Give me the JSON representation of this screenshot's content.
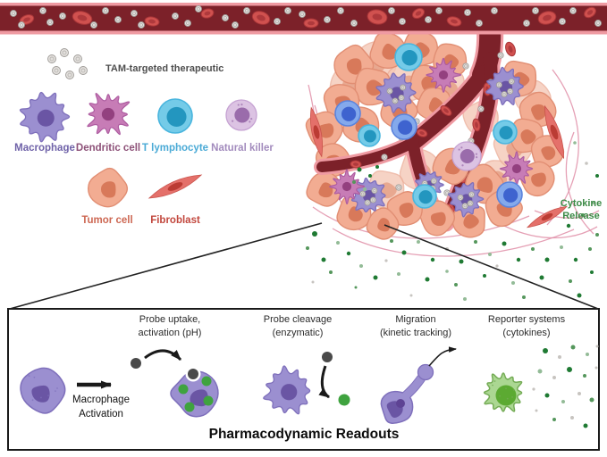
{
  "legend": {
    "therapeutic_label": "TAM-targeted therapeutic",
    "items": [
      {
        "id": "macrophage",
        "label": "Macrophage",
        "label_color": "#6f62a8",
        "body": "#9b8fd0",
        "body_edge": "#7e6fbb",
        "nucleus": "#6a55a4"
      },
      {
        "id": "dendritic-cell",
        "label": "Dendritic cell",
        "label_color": "#8d5178",
        "body": "#c77cb6",
        "body_edge": "#ad5ba0",
        "nucleus": "#93407f"
      },
      {
        "id": "t-lymphocyte",
        "label": "T lymphocyte",
        "label_color": "#4aaad6",
        "body": "#74cbe8",
        "body_edge": "#49b5de",
        "nucleus": "#2396bf"
      },
      {
        "id": "natural-killer",
        "label": "Natural killer",
        "label_color": "#a28bbd",
        "body": "#dcc3e3",
        "body_edge": "#c6a3d3",
        "nucleus": "#9a6cab"
      },
      {
        "id": "tumor-cell",
        "label": "Tumor cell",
        "label_color": "#cd6853",
        "body": "#f2ac92",
        "body_edge": "#e18e73",
        "nucleus": "#d8795a"
      },
      {
        "id": "fibroblast",
        "label": "Fibroblast",
        "label_color": "#c2473d",
        "body": "#e4706a",
        "body_edge": "#c9534c",
        "nucleus": "#bb3c34"
      }
    ]
  },
  "tumor_scene": {
    "cytokine_label_line1": "Cytokine",
    "cytokine_label_line2": "Release",
    "cytokine_color": "#3c8a46"
  },
  "readouts_panel": {
    "title": "Pharmacodynamic Readouts",
    "activation_label_line1": "Macrophage",
    "activation_label_line2": "Activation",
    "steps": [
      {
        "line1": "Probe uptake,",
        "line2": "activation (pH)"
      },
      {
        "line1": "Probe cleavage",
        "line2": "(enzymatic)"
      },
      {
        "line1": "Migration",
        "line2": "(kinetic tracking)"
      },
      {
        "line1": "Reporter systems",
        "line2": "(cytokines)"
      }
    ],
    "reporter_cell_colors": {
      "body": "#abd792",
      "edge": "#74ab55",
      "nucleus": "#5caa32"
    }
  },
  "colors": {
    "vessel_wall": "#7c2129",
    "vessel_border": "#ef9aa2",
    "rbc": "#d0514f",
    "rbc_dark": "#a93538",
    "particle": "#e3e0dd",
    "particle_edge": "#9f9c98",
    "probe": "#4a4a4a",
    "probe_green": "#3fa33f",
    "strand": "#e08fa8",
    "ink": "#1a1a1a",
    "ghost_body": "#f5c9b7",
    "ghost_edge": "#ecae99",
    "ghost_nucleus": "#e59e82",
    "tcell_blue": {
      "body": "#84a9ec",
      "edge": "#5b84dd",
      "nucleus": "#3e63cf"
    },
    "cytokine_palette": [
      "#1f7a33",
      "#55975c",
      "#93bb97",
      "#c6d8c8",
      "#c7c4c0"
    ]
  },
  "scene": {
    "branch": [
      [
        "M548,26 C549,52 547,68 540,84",
        24
      ],
      [
        "M541,82 C522,110 492,136 462,160",
        18
      ],
      [
        "M463,159 C432,176 396,184 360,187",
        12
      ],
      [
        "M462,161 C468,195 479,224 493,252",
        13
      ],
      [
        "M548,66 C553,104 540,150 525,185",
        15
      ],
      [
        "M525,183 C516,206 507,228 499,250",
        13
      ]
    ],
    "vessel_rbcs": [
      [
        30,
        22,
        8,
        5,
        -20
      ],
      [
        92,
        20,
        11,
        7,
        15
      ],
      [
        170,
        24,
        8,
        5,
        10
      ],
      [
        232,
        15,
        7,
        5,
        -15
      ],
      [
        292,
        20,
        10,
        7,
        20
      ],
      [
        348,
        26,
        8,
        5,
        0
      ],
      [
        422,
        19,
        11,
        8,
        10
      ],
      [
        468,
        15,
        7,
        5,
        -30
      ],
      [
        508,
        24,
        8,
        5,
        15
      ],
      [
        612,
        20,
        10,
        7,
        -15
      ],
      [
        660,
        14,
        7,
        5,
        -35
      ]
    ],
    "branch_rbcs": [
      [
        571,
        55,
        8,
        5,
        70
      ],
      [
        545,
        100,
        7,
        4,
        85
      ],
      [
        533,
        140,
        7,
        4,
        80
      ],
      [
        517,
        198,
        7,
        4,
        75
      ],
      [
        504,
        234,
        6,
        4,
        70
      ],
      [
        499,
        124,
        7,
        4,
        40
      ],
      [
        472,
        149,
        6,
        4,
        20
      ],
      [
        398,
        184,
        6,
        4,
        5
      ],
      [
        478,
        226,
        6,
        4,
        60
      ]
    ],
    "vessel_particles": [
      [
        15,
        15
      ],
      [
        24,
        28
      ],
      [
        48,
        12
      ],
      [
        56,
        25
      ],
      [
        70,
        18
      ],
      [
        105,
        28
      ],
      [
        118,
        12
      ],
      [
        132,
        22
      ],
      [
        150,
        15
      ],
      [
        158,
        28
      ],
      [
        196,
        18
      ],
      [
        210,
        26
      ],
      [
        222,
        10
      ],
      [
        252,
        20
      ],
      [
        263,
        28
      ],
      [
        276,
        12
      ],
      [
        310,
        24
      ],
      [
        322,
        12
      ],
      [
        338,
        16
      ],
      [
        366,
        22
      ],
      [
        381,
        12
      ],
      [
        396,
        26
      ],
      [
        438,
        12
      ],
      [
        450,
        24
      ],
      [
        479,
        22
      ],
      [
        491,
        12
      ],
      [
        523,
        14
      ],
      [
        536,
        26
      ],
      [
        553,
        12
      ],
      [
        589,
        26
      ],
      [
        599,
        12
      ],
      [
        629,
        24
      ],
      [
        641,
        12
      ],
      [
        669,
        26
      ]
    ],
    "branch_particles": [
      [
        560,
        62
      ],
      [
        549,
        92
      ],
      [
        538,
        122
      ],
      [
        527,
        158
      ],
      [
        512,
        188
      ],
      [
        500,
        216
      ],
      [
        489,
        238
      ],
      [
        466,
        136
      ],
      [
        449,
        154
      ],
      [
        430,
        176
      ],
      [
        446,
        210
      ],
      [
        462,
        232
      ],
      [
        521,
        74
      ]
    ],
    "cells_back": [
      [
        "g",
        420,
        70,
        24
      ],
      [
        "g",
        455,
        92,
        23
      ],
      [
        "g",
        500,
        97,
        22
      ],
      [
        "g",
        390,
        95,
        22
      ],
      [
        "g",
        470,
        190,
        24
      ],
      [
        "g",
        556,
        200,
        22
      ],
      [
        "g",
        432,
        212,
        22
      ],
      [
        "g",
        596,
        110,
        21
      ],
      [
        "g",
        574,
        166,
        22
      ],
      [
        "g",
        538,
        132,
        20
      ],
      [
        "t",
        395,
        73,
        22
      ],
      [
        "t",
        434,
        57,
        21
      ],
      [
        "t",
        470,
        55,
        21
      ],
      [
        "t",
        503,
        68,
        20
      ],
      [
        "t",
        478,
        93,
        21
      ],
      [
        "t",
        417,
        97,
        22
      ],
      [
        "t",
        382,
        114,
        21
      ],
      [
        "t",
        363,
        145,
        21
      ],
      [
        "t",
        404,
        140,
        21
      ],
      [
        "t",
        446,
        124,
        21
      ],
      [
        "t",
        486,
        117,
        20
      ],
      [
        "t",
        581,
        88,
        21
      ],
      [
        "t",
        601,
        124,
        21
      ],
      [
        "t",
        589,
        152,
        20
      ],
      [
        "t",
        612,
        170,
        19
      ],
      [
        "t",
        372,
        180,
        20
      ],
      [
        "t",
        363,
        212,
        20
      ]
    ],
    "cells_front": [
      [
        "t",
        505,
        186,
        21
      ],
      [
        "t",
        541,
        206,
        22
      ],
      [
        "t",
        601,
        200,
        20
      ],
      [
        "t",
        563,
        233,
        21
      ],
      [
        "t",
        525,
        247,
        20
      ],
      [
        "t",
        489,
        244,
        20
      ],
      [
        "t",
        453,
        234,
        20
      ],
      [
        "t",
        396,
        239,
        20
      ],
      [
        "t",
        428,
        251,
        18
      ],
      [
        "m",
        443,
        104,
        20
      ],
      [
        "m",
        565,
        97,
        19
      ],
      [
        "m",
        412,
        219,
        18
      ],
      [
        "m",
        521,
        223,
        17
      ],
      [
        "m",
        480,
        207,
        14
      ],
      [
        "d",
        496,
        84,
        15
      ],
      [
        "d",
        388,
        209,
        15
      ],
      [
        "d",
        578,
        189,
        15
      ],
      [
        "c",
        457,
        64,
        15
      ],
      [
        "c",
        413,
        152,
        12
      ],
      [
        "c",
        565,
        148,
        13
      ],
      [
        "c",
        475,
        220,
        13
      ],
      [
        "b",
        389,
        127,
        14
      ],
      [
        "b",
        452,
        142,
        14
      ],
      [
        "b",
        570,
        218,
        14
      ],
      [
        "n",
        522,
        175,
        16
      ]
    ],
    "fibroblasts": [
      [
        354,
        148,
        78,
        56
      ],
      [
        620,
        148,
        70,
        62
      ],
      [
        612,
        243,
        -28,
        50
      ]
    ],
    "strands": [
      "M345,95 C358,150 356,200 396,246",
      "M350,232 C420,282 520,272 592,242",
      "M372,256 C450,302 562,292 642,257",
      "M618,78 C658,130 658,200 612,252",
      "M642,148 C622,198 640,238 664,262",
      "M562,252 C602,272 640,270 668,254",
      "M352,118 C366,160 350,192 362,218",
      "M598,236 C630,248 652,246 670,236"
    ],
    "cytokine_dots": [
      [
        402,
        190,
        2.5,
        0
      ],
      [
        414,
        197,
        2,
        0
      ],
      [
        396,
        204,
        2,
        1
      ],
      [
        422,
        187,
        2,
        0
      ],
      [
        408,
        212,
        2,
        2
      ],
      [
        352,
        262,
        3,
        0
      ],
      [
        344,
        278,
        2,
        1
      ],
      [
        362,
        291,
        2.5,
        0
      ],
      [
        378,
        272,
        2,
        2
      ],
      [
        390,
        284,
        2.2,
        0
      ],
      [
        370,
        305,
        2,
        1
      ],
      [
        350,
        316,
        1.5,
        4
      ],
      [
        404,
        298,
        2,
        2
      ],
      [
        420,
        311,
        2.5,
        0
      ],
      [
        398,
        322,
        1.5,
        1
      ],
      [
        438,
        270,
        2,
        1
      ],
      [
        452,
        283,
        2.5,
        0
      ],
      [
        468,
        271,
        2,
        2
      ],
      [
        484,
        291,
        2.2,
        0
      ],
      [
        500,
        279,
        2,
        4
      ],
      [
        516,
        293,
        2.5,
        0
      ],
      [
        532,
        271,
        2,
        1
      ],
      [
        548,
        285,
        2,
        2
      ],
      [
        564,
        273,
        2.5,
        0
      ],
      [
        580,
        291,
        2.2,
        0
      ],
      [
        596,
        279,
        2,
        1
      ],
      [
        612,
        291,
        2.5,
        0
      ],
      [
        628,
        277,
        2,
        2
      ],
      [
        644,
        291,
        2.2,
        0
      ],
      [
        660,
        279,
        2,
        1
      ],
      [
        446,
        307,
        2,
        2
      ],
      [
        478,
        313,
        2.5,
        0
      ],
      [
        510,
        319,
        2,
        1
      ],
      [
        542,
        309,
        2,
        0
      ],
      [
        574,
        317,
        2,
        2
      ],
      [
        606,
        311,
        2.5,
        0
      ],
      [
        638,
        315,
        2,
        1
      ],
      [
        662,
        305,
        2,
        0
      ],
      [
        460,
        331,
        1.5,
        4
      ],
      [
        520,
        335,
        2,
        2
      ],
      [
        586,
        333,
        2,
        1
      ],
      [
        648,
        331,
        2.5,
        0
      ],
      [
        636,
        253,
        2.2,
        0
      ],
      [
        652,
        241,
        2,
        1
      ],
      [
        664,
        227,
        2,
        2
      ],
      [
        668,
        197,
        2,
        0
      ],
      [
        656,
        183,
        1.8,
        4
      ],
      [
        668,
        263,
        2,
        1
      ],
      [
        643,
        160,
        1.8,
        2
      ],
      [
        432,
        292,
        1.6,
        4
      ],
      [
        556,
        298,
        1.6,
        4
      ],
      [
        500,
        304,
        1.8,
        2
      ]
    ],
    "reporter_dots": [
      [
        610,
        393,
        3,
        0
      ],
      [
        626,
        400,
        2,
        4
      ],
      [
        641,
        389,
        2.5,
        1
      ],
      [
        657,
        397,
        2,
        2
      ],
      [
        668,
        388,
        1.5,
        4
      ],
      [
        604,
        416,
        2.5,
        2
      ],
      [
        620,
        423,
        2,
        4
      ],
      [
        637,
        414,
        3,
        0
      ],
      [
        654,
        421,
        2,
        1
      ],
      [
        667,
        412,
        1.5,
        4
      ],
      [
        612,
        443,
        2.5,
        0
      ],
      [
        630,
        450,
        2,
        2
      ],
      [
        648,
        441,
        2,
        4
      ],
      [
        662,
        448,
        2.5,
        1
      ],
      [
        620,
        470,
        2,
        1
      ],
      [
        640,
        468,
        2,
        4
      ],
      [
        655,
        477,
        2.5,
        0
      ],
      [
        600,
        460,
        1.5,
        4
      ],
      [
        597,
        436,
        1.6,
        4
      ]
    ],
    "therapeutic_dots": [
      [
        58,
        66
      ],
      [
        72,
        59
      ],
      [
        87,
        66
      ],
      [
        63,
        79
      ],
      [
        78,
        84
      ],
      [
        93,
        79
      ]
    ],
    "mag_lines": [
      [
        360,
        250,
        11,
        346
      ],
      [
        430,
        252,
        669,
        346
      ]
    ]
  }
}
